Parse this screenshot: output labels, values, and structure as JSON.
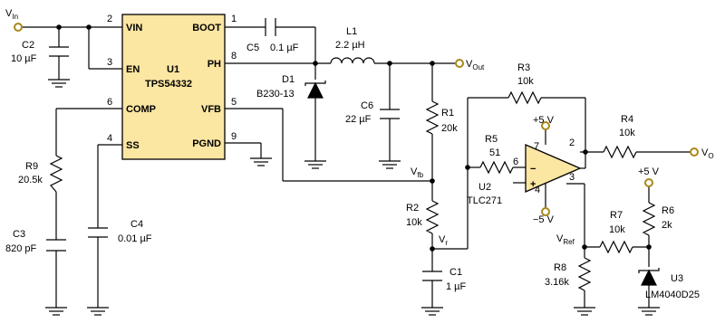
{
  "nets": {
    "vin": {
      "label": "V",
      "sub": "In"
    },
    "vout": {
      "label": "V",
      "sub": "Out"
    },
    "vo": {
      "label": "V",
      "sub": "O"
    },
    "vfb": {
      "label": "V",
      "sub": "fb"
    },
    "vr": {
      "label": "V",
      "sub": "r"
    },
    "vref": {
      "label": "V",
      "sub": "Ref"
    }
  },
  "u1": {
    "name": "U1",
    "part": "TPS54332",
    "pins": {
      "vin": {
        "label": "VIN",
        "num": "2"
      },
      "en": {
        "label": "EN",
        "num": "3"
      },
      "comp": {
        "label": "COMP",
        "num": "6"
      },
      "ss": {
        "label": "SS",
        "num": "4"
      },
      "boot": {
        "label": "BOOT",
        "num": "1"
      },
      "ph": {
        "label": "PH",
        "num": "8"
      },
      "vfb": {
        "label": "VFB",
        "num": "5"
      },
      "pgnd": {
        "label": "PGND",
        "num": "9"
      }
    }
  },
  "u2": {
    "name": "U2",
    "part": "TLC271",
    "pin_out": "2",
    "pin_inv": "6",
    "pin_noninv": "3",
    "pin_vpos": "7",
    "pin_vneg": "4",
    "supply_pos": "+5 V",
    "supply_neg": "−5 V",
    "sign_inv": "−",
    "sign_noninv": "+"
  },
  "u3": {
    "name": "U3",
    "part": "LM4040D25"
  },
  "supply_r6": "+5 V",
  "components": {
    "c2": {
      "name": "C2",
      "value": "10 µF"
    },
    "c5": {
      "name": "C5",
      "value": "0.1 µF"
    },
    "l1": {
      "name": "L1",
      "value": "2.2 µH"
    },
    "d1": {
      "name": "D1",
      "value": "B230-13"
    },
    "c6": {
      "name": "C6",
      "value": "22 µF"
    },
    "r1": {
      "name": "R1",
      "value": "20k"
    },
    "r2": {
      "name": "R2",
      "value": "10k"
    },
    "c1": {
      "name": "C1",
      "value": "1 µF"
    },
    "r3": {
      "name": "R3",
      "value": "10k"
    },
    "r4": {
      "name": "R4",
      "value": "10k"
    },
    "r5": {
      "name": "R5",
      "value": "51"
    },
    "r6": {
      "name": "R6",
      "value": "2k"
    },
    "r7": {
      "name": "R7",
      "value": "10k"
    },
    "r8": {
      "name": "R8",
      "value": "3.16k"
    },
    "r9": {
      "name": "R9",
      "value": "20.5k"
    },
    "c3": {
      "name": "C3",
      "value": "820 pF"
    },
    "c4": {
      "name": "C4",
      "value": "0.01 µF"
    }
  }
}
